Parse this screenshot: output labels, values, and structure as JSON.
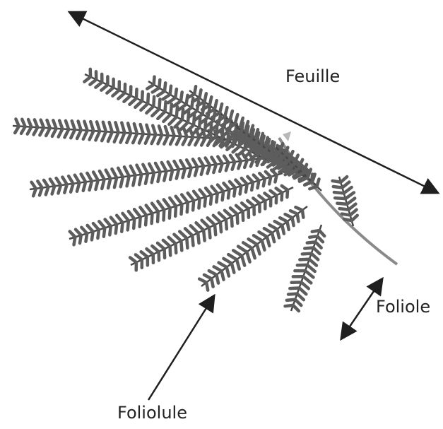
{
  "labels": {
    "leaf": "Feuille",
    "leaflet": "Foliole",
    "leaflet_segment": "Foliolule"
  },
  "colors": {
    "foliage": "#5d5d5d",
    "foliage_dark": "#474747",
    "stem": "#8a8a8a",
    "arrow": "#1f1f1f",
    "text": "#222222"
  }
}
